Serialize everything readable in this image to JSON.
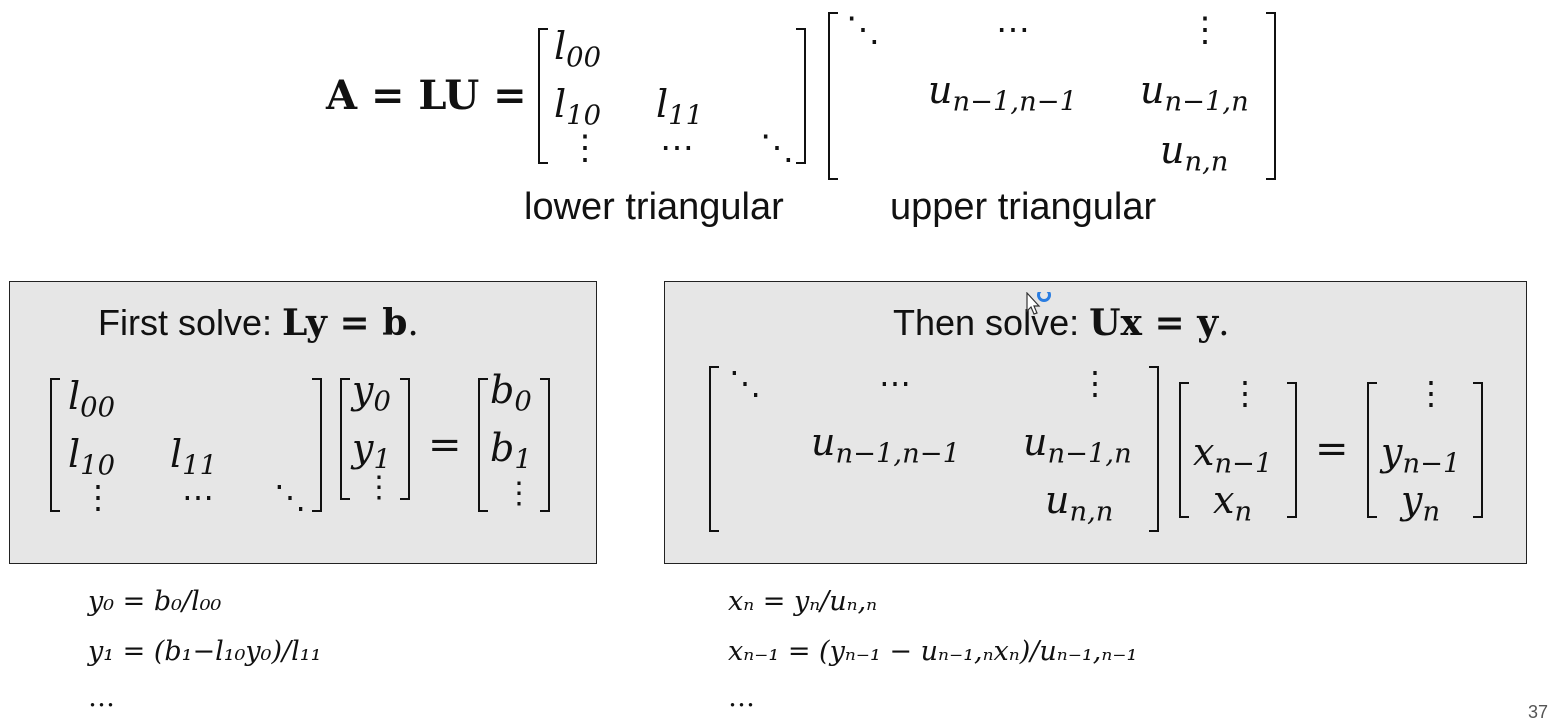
{
  "top": {
    "lhs": "A = LU =",
    "L": {
      "l00": "l",
      "l00_sub": "00",
      "l10": "l",
      "l10_sub": "10",
      "l11": "l",
      "l11_sub": "11",
      "vdots": "⋮",
      "hdots": "⋯",
      "ddots": "⋱"
    },
    "U": {
      "ddots": "⋱",
      "hdots": "⋯",
      "vdots": "⋮",
      "u1": "u",
      "u1_sub": "n−1,n−1",
      "u2": "u",
      "u2_sub": "n−1,n",
      "u3": "u",
      "u3_sub": "n,n"
    },
    "label_lower": "lower triangular",
    "label_upper": "upper triangular"
  },
  "left_box": {
    "title_prefix": "First solve: ",
    "title_eq": "Ly = b",
    "title_period": ".",
    "y0": "y",
    "y0_sub": "0",
    "y1": "y",
    "y1_sub": "1",
    "b0": "b",
    "b0_sub": "0",
    "b1": "b",
    "b1_sub": "1",
    "eq": "="
  },
  "right_box": {
    "title_prefix": "Then solve: ",
    "title_eq": "Ux = y",
    "title_period": ".",
    "x1": "x",
    "x1_sub": "n−1",
    "x2": "x",
    "x2_sub": "n",
    "y1": "y",
    "y1_sub": "n−1",
    "y2": "y",
    "y2_sub": "n",
    "eq": "="
  },
  "left_steps": {
    "line1": "y₀ = b₀/l₀₀",
    "line2": "y₁ = (b₁−l₁₀y₀)/l₁₁",
    "line3": "…"
  },
  "right_steps": {
    "line1": "xₙ = yₙ/uₙ,ₙ",
    "line2": "xₙ₋₁ = (yₙ₋₁ − uₙ₋₁,ₙxₙ)/uₙ₋₁,ₙ₋₁",
    "line3": "…"
  },
  "page_number": "37",
  "colors": {
    "box_bg": "#e6e6e6",
    "cursor_ring": "#2a7de1"
  }
}
